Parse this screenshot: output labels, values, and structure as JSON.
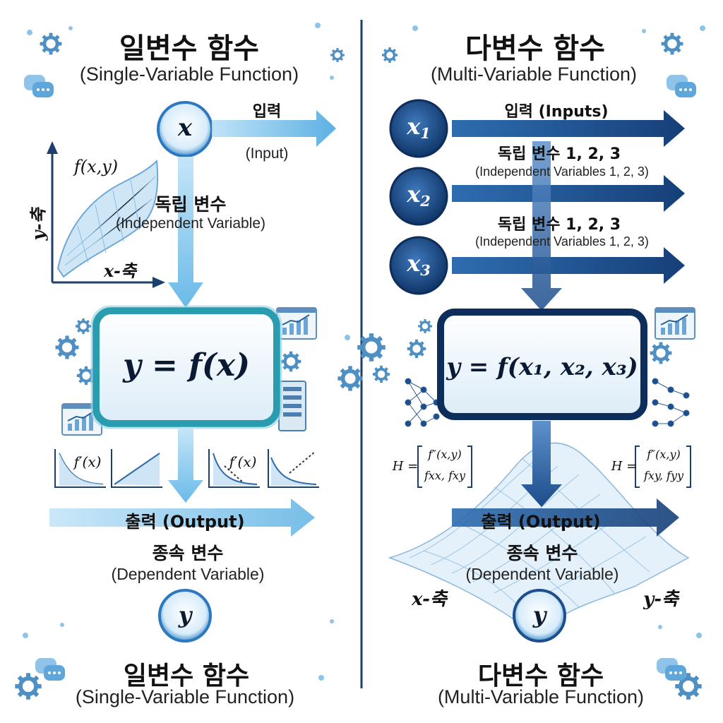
{
  "left": {
    "title": "일변수 함수",
    "subtitle": "(Single-Variable Function)",
    "input_symbol": "x",
    "input_label_ko": "입력",
    "input_label_en": "(Input)",
    "indep_ko": "독립 변수",
    "indep_en": "(Independent Variable)",
    "equation": "y = f(x)",
    "graph_fxy": "f(x,y)",
    "graph_y_axis": "y-축",
    "graph_x_axis": "x-축",
    "deriv_1": "f′(x)",
    "deriv_2": "f′(x)",
    "output_label": "출력 (Output)",
    "dep_ko": "종속 변수",
    "dep_en": "(Dependent Variable)",
    "output_symbol": "y",
    "footer_title": "일변수 함수",
    "footer_subtitle": "(Single-Variable Function)"
  },
  "right": {
    "title": "다변수 함수",
    "subtitle": "(Multi-Variable Function)",
    "inputs": [
      {
        "symbol": "x",
        "index": "1"
      },
      {
        "symbol": "x",
        "index": "2"
      },
      {
        "symbol": "x",
        "index": "3"
      }
    ],
    "inputs_label": "입력 (Inputs)",
    "indep_ko_1": "독립 변수 1, 2, 3",
    "indep_en_1": "(Independent Variables 1, 2, 3)",
    "indep_ko_2": "독립 변수 1, 2, 3",
    "indep_en_2": "(Independent Variables 1, 2, 3)",
    "equation": "y = f(x₁, x₂, x₃)",
    "hessian_left_prefix": "H =",
    "hessian_left_top": "f″(x,y)",
    "hessian_left_bottom": "fxx, fxy",
    "hessian_right_prefix": "H =",
    "hessian_right_top": "f″(x,y)",
    "hessian_right_bottom": "fxy, fyy",
    "output_label": "출력 (Output)",
    "dep_ko": "종속 변수",
    "dep_en": "(Dependent Variable)",
    "x_axis": "x-축",
    "y_axis": "y-축",
    "output_symbol": "y",
    "footer_title": "다변수 함수",
    "footer_subtitle": "(Multi-Variable Function)"
  },
  "colors": {
    "light_blue": "#5fb3e6",
    "dark_blue": "#1d4f8c",
    "navy": "#0d2e5c",
    "teal": "#2a9cb0",
    "gear": "#4e8fc4"
  }
}
